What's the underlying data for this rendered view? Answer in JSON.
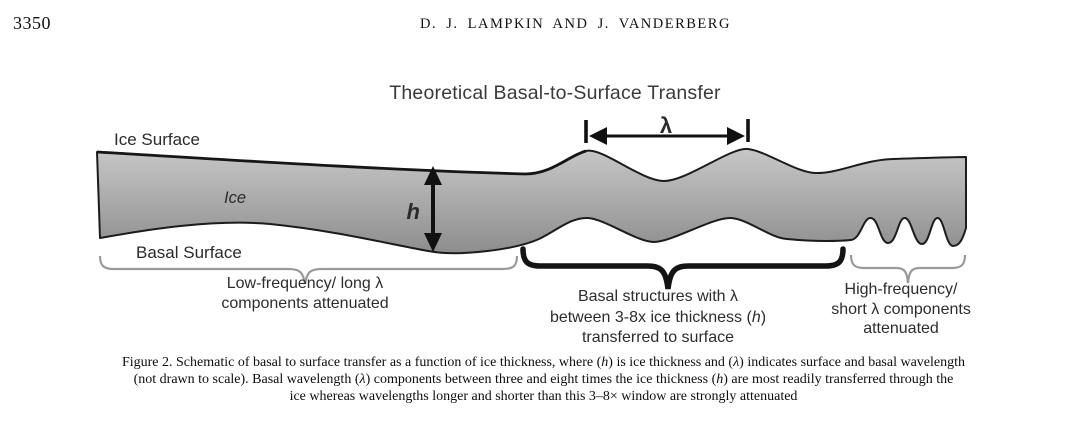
{
  "page": {
    "page_number": "3350",
    "running_header": "D. J. LAMPKIN AND J. VANDERBERG"
  },
  "figure": {
    "title": "Theoretical Basal-to-Surface Transfer",
    "labels": {
      "ice_surface": "Ice Surface",
      "ice": "Ice",
      "basal_surface": "Basal Surface",
      "thickness_symbol": "h",
      "wavelength_symbol": "λ"
    },
    "annotations": {
      "left": [
        "Low-frequency/ long λ",
        "components attenuated"
      ],
      "middle": [
        "Basal structures with λ",
        "between 3-8x ice thickness (*h*)",
        "transferred to surface"
      ],
      "right": [
        "High-frequency/",
        "short λ components",
        "attenuated"
      ]
    },
    "caption_lines": [
      "Figure 2. Schematic of basal to surface transfer as a function of ice thickness, where (*h*) is ice thickness and (*λ*) indicates surface and basal wavelength",
      "(not drawn to scale). Basal wavelength (*λ*) components between three and eight times the ice thickness (*h*) are most readily transferred through the",
      "ice whereas wavelengths longer and shorter than this 3–8× window are strongly attenuated"
    ],
    "colors": {
      "ice_top": "#c7c7c7",
      "ice_bottom": "#8d8d8d",
      "outline": "#1c1c1c",
      "arrow": "#111111",
      "brace_thin": "#9a9a9a",
      "brace_thick": "#141414"
    }
  }
}
